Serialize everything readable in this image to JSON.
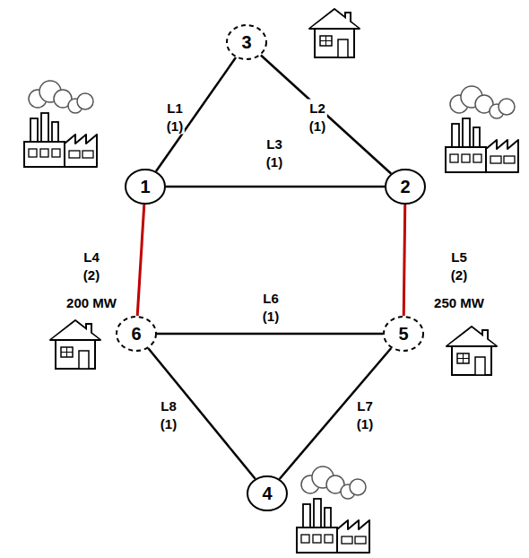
{
  "diagram": {
    "nodes": [
      {
        "text": [
          "3"
        ]
      },
      {
        "text": [
          "1"
        ]
      },
      {
        "text": [
          "2"
        ]
      },
      {
        "text": [
          "6"
        ]
      },
      {
        "text": [
          "5"
        ]
      },
      {
        "text": [
          "4"
        ]
      }
    ],
    "edges": [
      {
        "from": 1,
        "to": 0,
        "arrow": "none",
        "label": "L1 (1)"
      },
      {
        "from": 0,
        "to": 2,
        "arrow": "none",
        "label": "L2 (1)"
      },
      {
        "from": 1,
        "to": 2,
        "arrow": "none",
        "label": "L3 (1)"
      },
      {
        "from": 1,
        "to": 3,
        "arrow": "none",
        "label": "L4 (2)"
      },
      {
        "from": 2,
        "to": 4,
        "arrow": "none",
        "label": "L5 (2)"
      },
      {
        "from": 3,
        "to": 4,
        "arrow": "none",
        "label": "L6 (1)"
      },
      {
        "from": 4,
        "to": 5,
        "arrow": "none",
        "label": "L7 (1)"
      },
      {
        "from": 3,
        "to": 5,
        "arrow": "none",
        "label": "L8 (1)"
      }
    ],
    "labels": [
      "200 MW",
      "250 MW"
    ]
  }
}
